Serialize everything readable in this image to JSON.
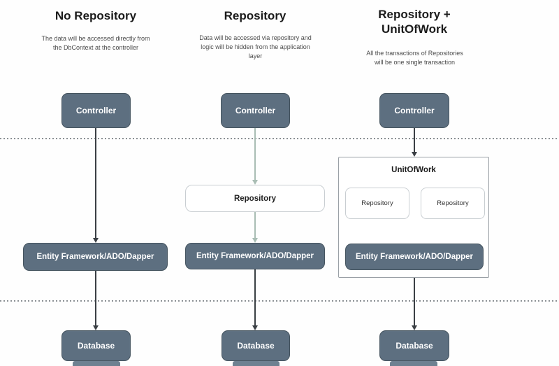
{
  "colors": {
    "box_fill": "#5d6f80",
    "box_border": "#45545f",
    "box_text": "#ffffff",
    "white_box_fill": "#ffffff",
    "white_box_border": "#c9ced2",
    "container_border": "#9aa0a6",
    "arrow_dark": "#3a3f44",
    "arrow_light": "#a9bdb4",
    "dashed_line": "#8b9094",
    "title_text": "#1b1b1b",
    "subtitle_text": "#4a4a4a"
  },
  "diagram": {
    "columns": [
      {
        "title": "No Repository",
        "subtitle": "The data will be accessed directly from the DbContext at the controller",
        "controller": "Controller",
        "ef": "Entity Framework/ADO/Dapper",
        "database": "Database"
      },
      {
        "title": "Repository",
        "subtitle": "Data will be accessed via repository and logic will be hidden from the application layer",
        "controller": "Controller",
        "repository": "Repository",
        "ef": "Entity Framework/ADO/Dapper",
        "database": "Database"
      },
      {
        "title": "Repository + UnitOfWork",
        "subtitle": "All the transactions of Repositories will be one single transaction",
        "controller": "Controller",
        "unitofwork": "UnitOfWork",
        "repository_left": "Repository",
        "repository_right": "Repository",
        "ef": "Entity Framework/ADO/Dapper",
        "database": "Database"
      }
    ]
  }
}
